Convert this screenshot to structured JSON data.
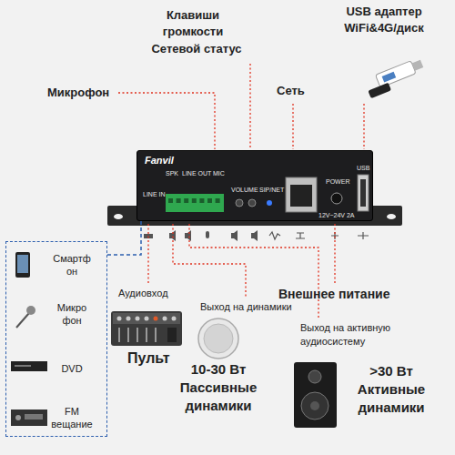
{
  "diagram": {
    "nodes": [
      {
        "text": [
          "Смартф он",
          "Микро фон",
          "DVD",
          "FM вещание"
        ]
      },
      {
        "text": [
          "Fanvil"
        ]
      }
    ],
    "edges": [
      {
        "from": 0,
        "to": 1,
        "arrow": "none"
      }
    ],
    "labels": [
      "Клавиши громкости",
      "Сетевой статус",
      "USB адаптер WiFi&4G/диск",
      "Микрофон",
      "Сеть",
      "LINE IN",
      "SPK",
      "LINE OUT",
      "MIC",
      "VOLUME",
      "SIP/NET",
      "POWER",
      "USB",
      "12V~24V 2A",
      "Аудиовход",
      "Пульт",
      "Выход на динамики",
      "10-30 Вт Пассивные динамики",
      "Выход на активную аудиосистему",
      ">30 Вт Активные динамики",
      "Внешнее питание"
    ]
  }
}
